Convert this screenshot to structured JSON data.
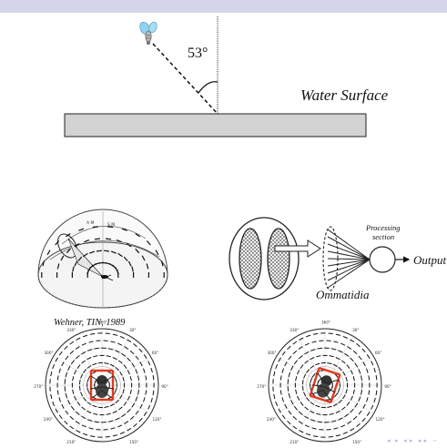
{
  "header": {
    "bar_color": "#d4d4ea"
  },
  "fig1": {
    "angle_label": "53°",
    "surface_label": "Water Surface",
    "insect_icon": "bee-icon"
  },
  "fig2": {
    "citation": "Wehner, TIN, 1989"
  },
  "fig3": {
    "processing_label_line1": "Processing",
    "processing_label_line2": "section",
    "output_label": "Output",
    "ommatidia_label": "Ommatidia"
  },
  "fig4": {
    "polar_tick_labels": [
      "360°",
      "30°",
      "60°",
      "90°",
      "120°",
      "150°",
      "180°",
      "210°",
      "240°",
      "270°",
      "300°",
      "330°",
      "0°"
    ]
  },
  "colors": {
    "bar_color": "#d4d4ea",
    "highlight": "#e03a1e",
    "ink": "#111111"
  },
  "nav": {
    "icons": [
      "nav-left-icon",
      "nav-right-icon",
      "nav-frame-icon",
      "nav-section-icon",
      "nav-search-icon"
    ]
  }
}
